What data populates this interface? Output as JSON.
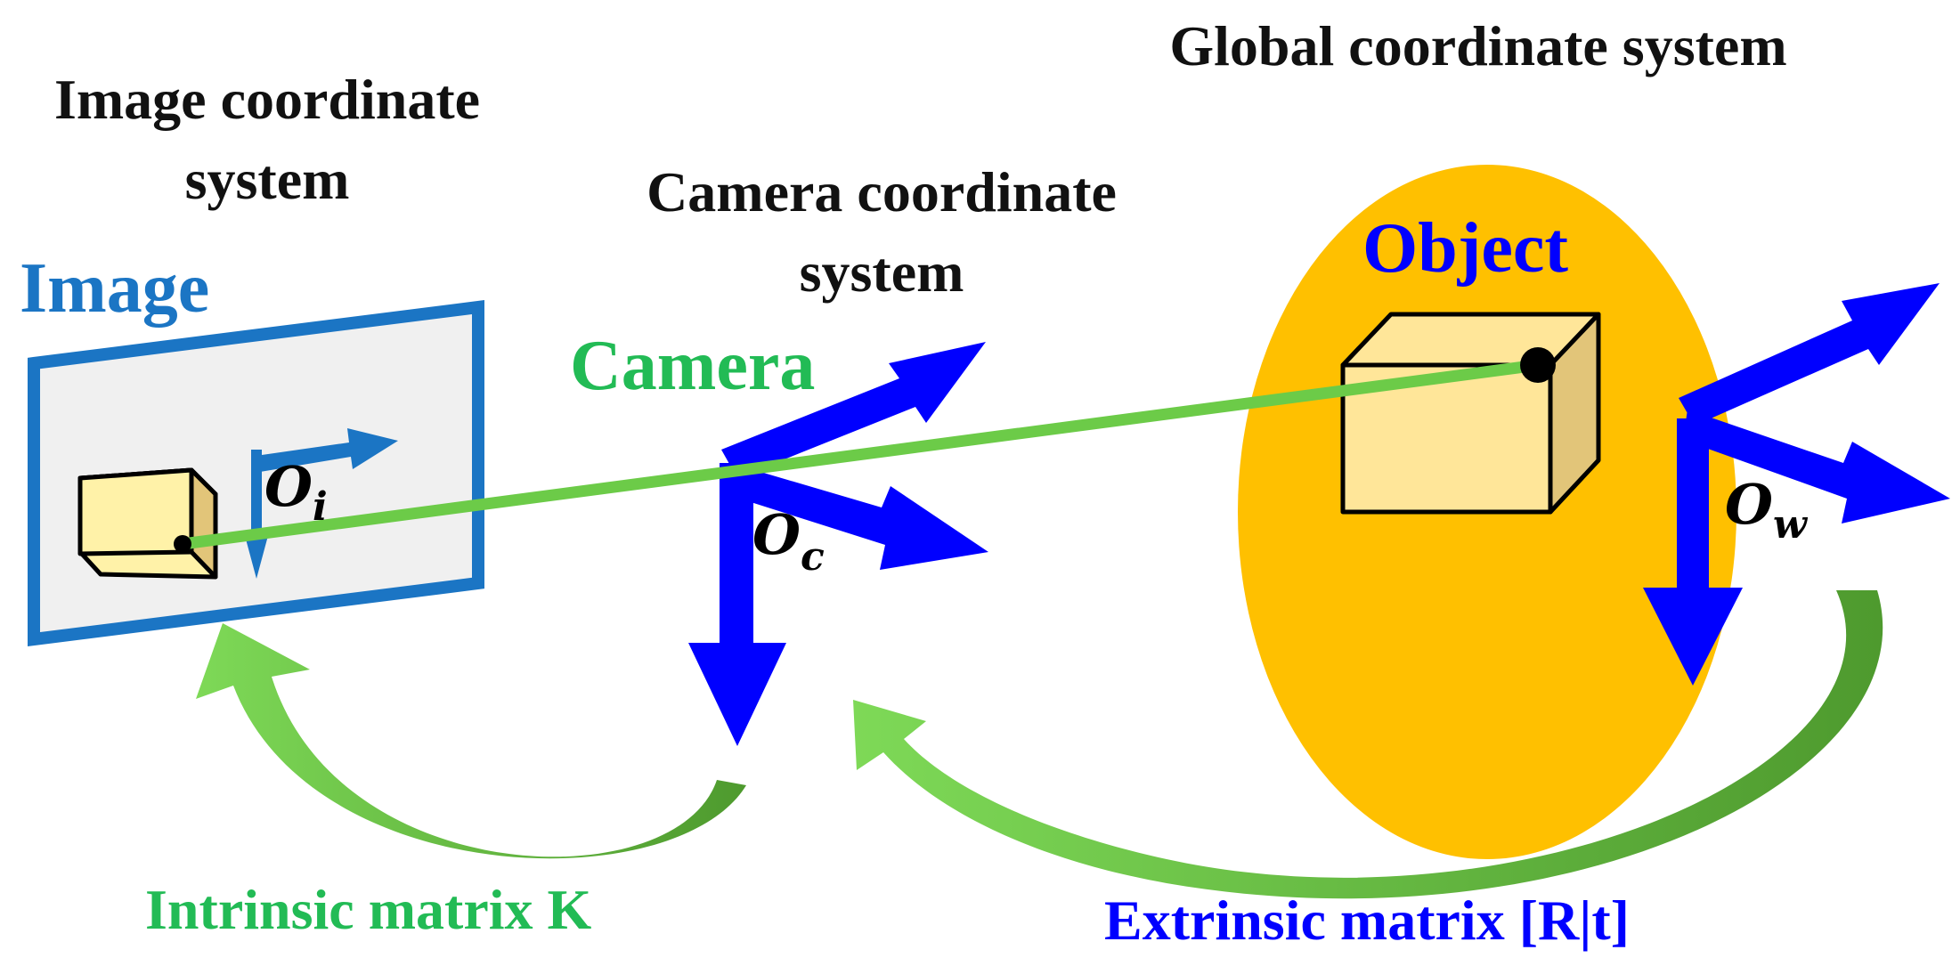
{
  "labels": {
    "image_system_line1": "Image coordinate",
    "image_system_line2": "system",
    "image_title": "Image",
    "camera_system_line1": "Camera coordinate",
    "camera_system_line2": "system",
    "camera_title": "Camera",
    "global_system": "Global coordinate system",
    "object_title": "Object",
    "intrinsic": "Intrinsic matrix K",
    "extrinsic": "Extrinsic matrix [R|t]"
  },
  "origins": {
    "image": {
      "base": "O",
      "sub": "i"
    },
    "camera": {
      "base": "O",
      "sub": "c"
    },
    "world": {
      "base": "O",
      "sub": "w"
    }
  },
  "colors": {
    "image_blue": "#1B75C4",
    "axis_blue": "#0000FF",
    "green": "#6CCB48",
    "dark_green": "#4E9A2E",
    "label_green": "#22BB55",
    "orange": "#FFC000",
    "cube_face": "#FFE699",
    "cube_side": "#E2C579",
    "black": "#000000",
    "panel_fill": "#F0F0F0"
  }
}
